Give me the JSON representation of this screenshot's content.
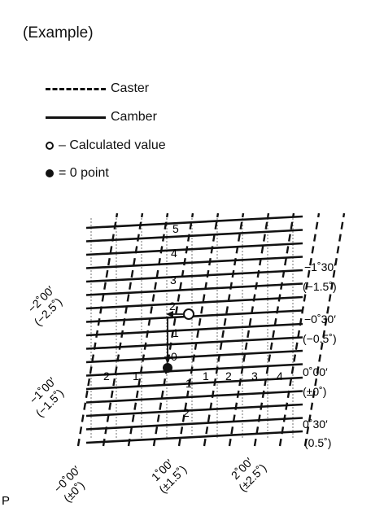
{
  "title": "(Example)",
  "legend": {
    "caster": "Caster",
    "camber": "Camber",
    "calculated": "– Calculated value",
    "zero_point": "= 0 point"
  },
  "grid": {
    "top_numbers": [
      "5",
      "4",
      "3",
      "2",
      "1",
      "0"
    ],
    "bottom_number": "2",
    "side_negatives": [
      "2",
      "1"
    ],
    "side_ones": [
      "1"
    ],
    "right_numbers": [
      "1",
      "2",
      "3",
      "4"
    ]
  },
  "camber_labels": [
    {
      "deg": "−1˚30′",
      "dec": "(−1.5˚)"
    },
    {
      "deg": "−0˚30′",
      "dec": "(−0.5˚)"
    },
    {
      "deg": "0˚00′",
      "dec": "(±0˚)"
    },
    {
      "deg": "0˚30′",
      "dec": "(0.5˚)"
    }
  ],
  "caster_labels": [
    {
      "deg": "−2˚00′",
      "dec": "(−2.5˚)"
    },
    {
      "deg": "−1˚00′",
      "dec": "(−1.5˚)"
    },
    {
      "deg": "−0˚00′",
      "dec": "(±0˚)"
    },
    {
      "deg": "1˚00′",
      "dec": "(±1.5˚)"
    },
    {
      "deg": "2˚00′",
      "dec": "(±2.5˚)"
    }
  ],
  "corner_mark": "P"
}
